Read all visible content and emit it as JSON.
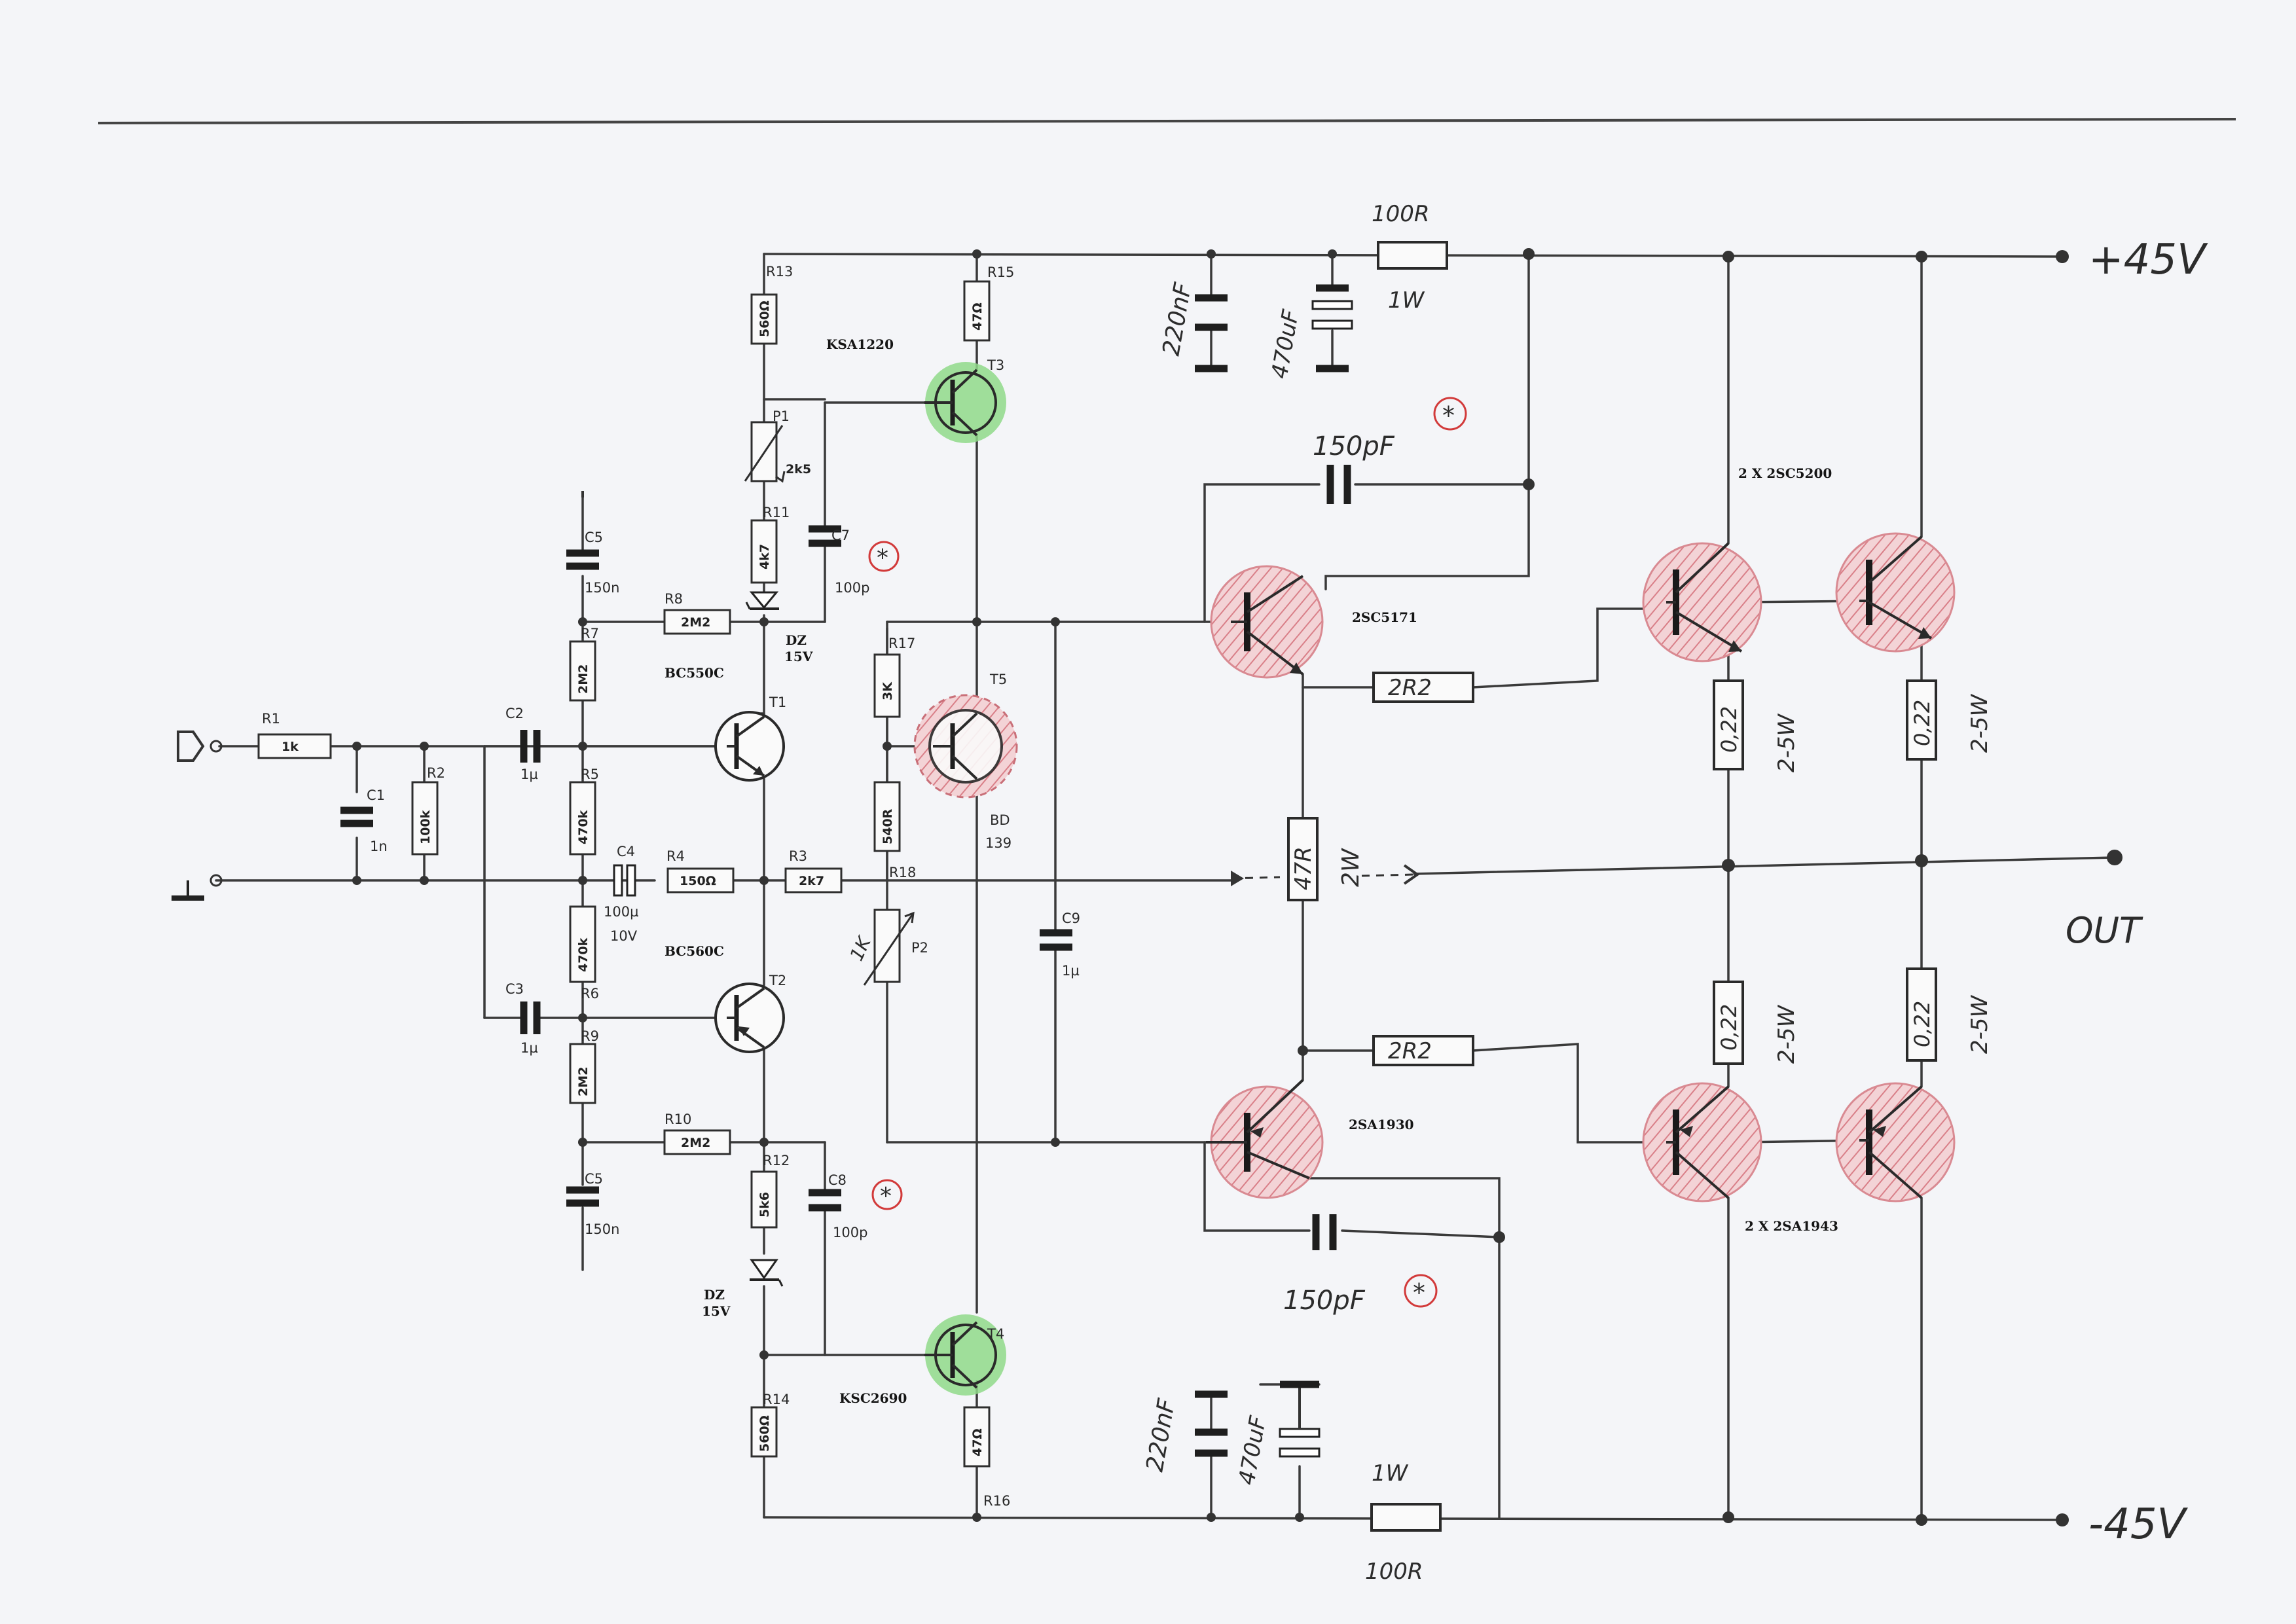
{
  "components": {
    "R1": {
      "ref": "R1",
      "value": "1k"
    },
    "R2": {
      "ref": "R2",
      "value": "100k"
    },
    "R3": {
      "ref": "R3",
      "value": "2k7"
    },
    "R4": {
      "ref": "R4",
      "value": "150Ω"
    },
    "R5": {
      "ref": "R5",
      "value": "470k"
    },
    "R6": {
      "ref": "R6",
      "value": "470k"
    },
    "R7": {
      "ref": "R7",
      "value": "2M2"
    },
    "R8": {
      "ref": "R8",
      "value": "2M2"
    },
    "R9": {
      "ref": "R9",
      "value": "2M2"
    },
    "R10": {
      "ref": "R10",
      "value": "2M2"
    },
    "R11": {
      "ref": "R11",
      "value": "4k7"
    },
    "R12": {
      "ref": "R12",
      "value": "5k6"
    },
    "R13": {
      "ref": "R13",
      "value": "560Ω"
    },
    "R14": {
      "ref": "R14",
      "value": "560Ω"
    },
    "R15": {
      "ref": "R15",
      "value": "47Ω"
    },
    "R16": {
      "ref": "R16",
      "value": "47Ω"
    },
    "R17": {
      "ref": "R17",
      "value": "3K"
    },
    "R18": {
      "ref": "R18",
      "value": "540R"
    },
    "P1": {
      "ref": "P1",
      "value": "2k5"
    },
    "P2": {
      "ref": "P2",
      "value": "1K"
    },
    "C1": {
      "ref": "C1",
      "value": "1n"
    },
    "C2": {
      "ref": "C2",
      "value": "1µ"
    },
    "C3": {
      "ref": "C3",
      "value": "1µ"
    },
    "C4": {
      "ref": "C4",
      "value": "100µ",
      "voltage": "10V"
    },
    "C5a": {
      "ref": "C5",
      "value": "150n"
    },
    "C5b": {
      "ref": "C5",
      "value": "150n"
    },
    "C7": {
      "ref": "C7",
      "value": "100p"
    },
    "C8": {
      "ref": "C8",
      "value": "100p"
    },
    "C9": {
      "ref": "C9",
      "value": "1µ"
    },
    "T1": {
      "ref": "T1",
      "type": "BC550C"
    },
    "T2": {
      "ref": "T2",
      "type": "BC560C"
    },
    "T3": {
      "ref": "T3",
      "type": "KSA1220"
    },
    "T4": {
      "ref": "T4",
      "type": "KSC2690"
    },
    "T5": {
      "ref": "T5",
      "type_line1": "BD",
      "type_line2": "139"
    },
    "DZ1": {
      "line1": "DZ",
      "line2": "15V"
    },
    "DZ2": {
      "line1": "DZ",
      "line2": "15V"
    }
  },
  "handwritten": {
    "top_supply": "+45V",
    "bottom_supply": "-45V",
    "out": "OUT",
    "r_top": {
      "value": "100R",
      "power": "1W"
    },
    "r_bottom": {
      "value": "100R",
      "power": "1W"
    },
    "cap_top_220": "220nF",
    "cap_top_470": "470uF",
    "cap_bottom_220": "220nF",
    "cap_bottom_470": "470uF",
    "cap_150_top": "150pF",
    "cap_150_bottom": "150pF",
    "asterisk": "*",
    "r_2r2_top": "2R2",
    "r_2r2_bottom": "2R2",
    "r_47": {
      "value": "47R",
      "power": "2W"
    },
    "r_emitter": {
      "value": "0,22",
      "power": "2-5W"
    }
  },
  "output_stage": {
    "driver_npn": "2SC5171",
    "driver_pnp": "2SA1930",
    "out_npn": "2 X 2SC5200",
    "out_pnp": "2 X 2SA1943"
  },
  "colors": {
    "green_highlight": "#7fd07a",
    "red_highlight": "#e9a3a8",
    "red_ink": "#d23a3a"
  }
}
